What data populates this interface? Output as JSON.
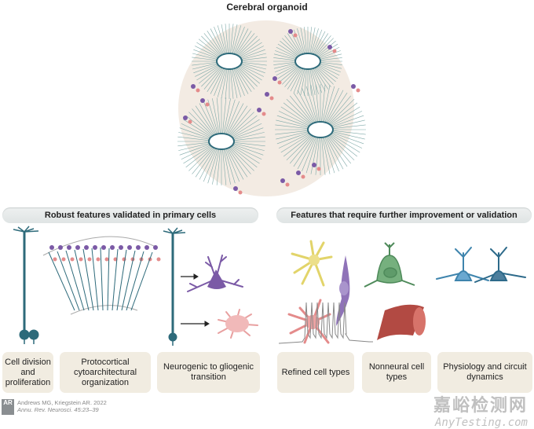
{
  "title": "Cerebral organoid",
  "panels": {
    "left": {
      "header": "Robust features validated in primary cells",
      "boxes": [
        "Cell division and proliferation",
        "Protocortical cytoarchitectural organization",
        "Neurogenic to gliogenic transition"
      ]
    },
    "right": {
      "header": "Features that require further improvement or validation",
      "boxes": [
        "Refined cell types",
        "Nonneural cell types",
        "Physiology and circuit dynamics"
      ]
    }
  },
  "citation": {
    "authors": "Andrews MG, Kriegstein AR. 2022",
    "journal": "Annu. Rev. Neurosci. 45:23–39",
    "logo": "AR"
  },
  "watermark": {
    "cn": "嘉峪检测网",
    "en": "AnyTesting.com"
  },
  "colors": {
    "radial_glia": "#2d6a7a",
    "neuron_purple": "#7b5aa6",
    "astrocyte_pink": "#e48b8b",
    "organoid_bg": "#f3ebe3",
    "box_bg": "#f1ece1",
    "header_bg": "#e6eaea"
  }
}
